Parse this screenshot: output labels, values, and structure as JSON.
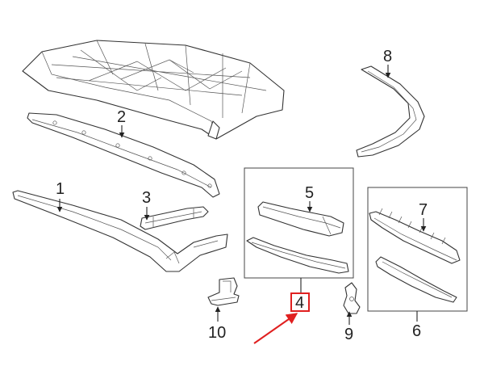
{
  "diagram": {
    "callouts": [
      {
        "id": "1",
        "label": "1"
      },
      {
        "id": "2",
        "label": "2"
      },
      {
        "id": "3",
        "label": "3"
      },
      {
        "id": "4",
        "label": "4"
      },
      {
        "id": "5",
        "label": "5"
      },
      {
        "id": "6",
        "label": "6"
      },
      {
        "id": "7",
        "label": "7"
      },
      {
        "id": "8",
        "label": "8"
      },
      {
        "id": "9",
        "label": "9"
      },
      {
        "id": "10",
        "label": "10"
      }
    ],
    "highlighted_callout": "4",
    "colors": {
      "line": "#333333",
      "highlight": "#e02020",
      "background": "#ffffff"
    }
  }
}
